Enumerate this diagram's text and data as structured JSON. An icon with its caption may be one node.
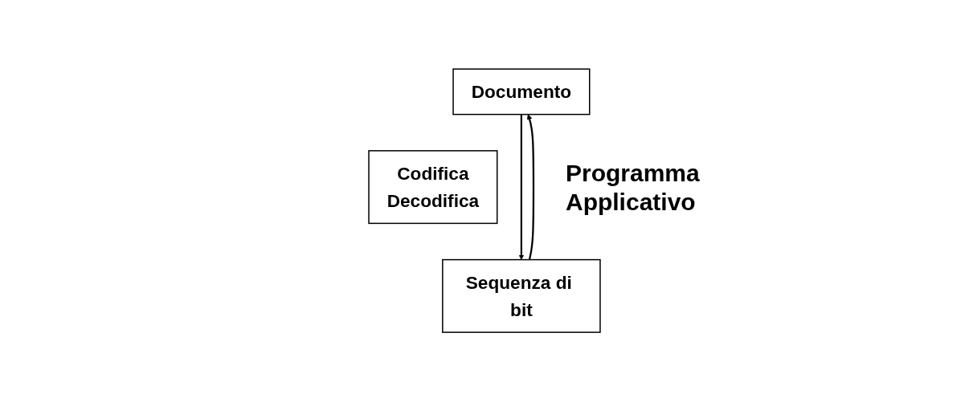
{
  "diagram": {
    "nodes": [
      {
        "text": [
          "Documento"
        ]
      },
      {
        "text": [
          "Codifica",
          "Decodifica"
        ],
        "beside": [
          "Programma Applicativo"
        ]
      },
      {
        "text": [
          "Sequenza di bit"
        ]
      }
    ],
    "edges": [
      {
        "from": 0,
        "to": 2,
        "arrow": "to"
      },
      {
        "from": 2,
        "to": 0,
        "arrow": "to"
      }
    ]
  }
}
